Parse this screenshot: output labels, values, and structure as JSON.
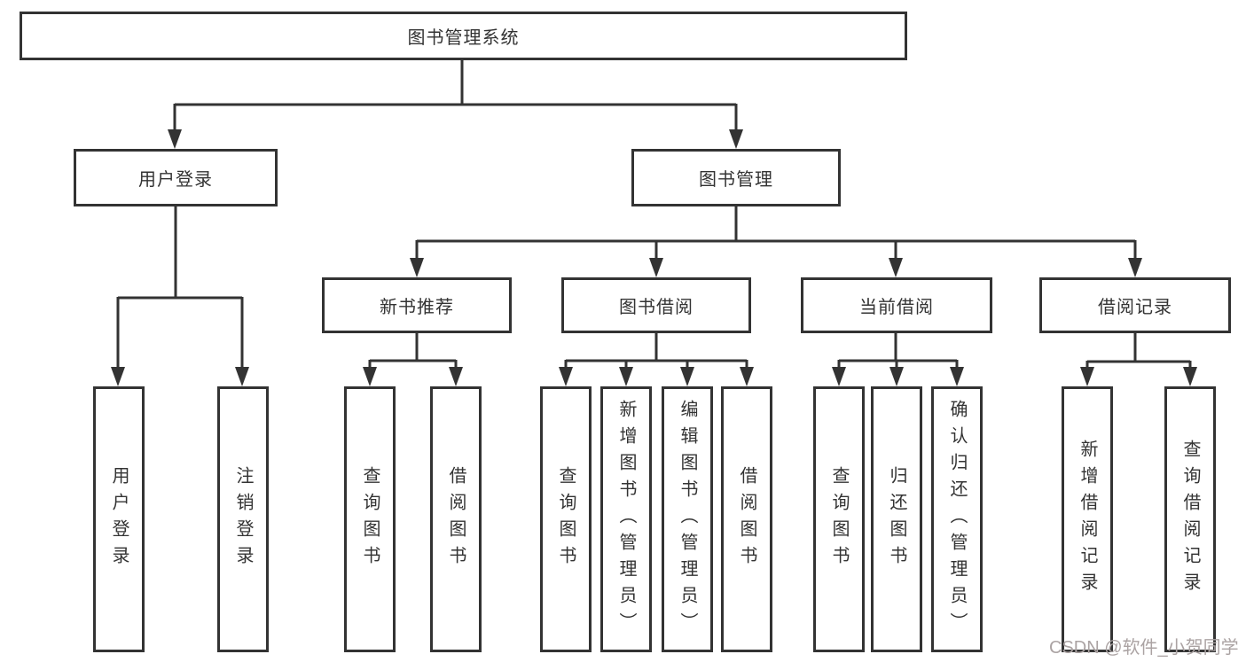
{
  "tree": {
    "label": "图书管理系统",
    "children": [
      {
        "label": "用户登录",
        "children": [
          {
            "label": "用户登录"
          },
          {
            "label": "注销登录"
          }
        ]
      },
      {
        "label": "图书管理",
        "children": [
          {
            "label": "新书推荐",
            "children": [
              {
                "label": "查询图书"
              },
              {
                "label": "借阅图书"
              }
            ]
          },
          {
            "label": "图书借阅",
            "children": [
              {
                "label": "查询图书"
              },
              {
                "label": "新增图书（管理员）"
              },
              {
                "label": "编辑图书（管理员）"
              },
              {
                "label": "借阅图书"
              }
            ]
          },
          {
            "label": "当前借阅",
            "children": [
              {
                "label": "查询图书"
              },
              {
                "label": "归还图书"
              },
              {
                "label": "确认归还（管理员）"
              }
            ]
          },
          {
            "label": "借阅记录",
            "children": [
              {
                "label": "新增借阅记录"
              },
              {
                "label": "查询借阅记录"
              }
            ]
          }
        ]
      }
    ]
  },
  "watermark": {
    "text": "CSDN @软件_小贺同学"
  },
  "colors": {
    "line": "#333333",
    "box_border": "#333333",
    "text": "#333333",
    "watermark": "#aba3a3",
    "background": "#ffffff"
  }
}
